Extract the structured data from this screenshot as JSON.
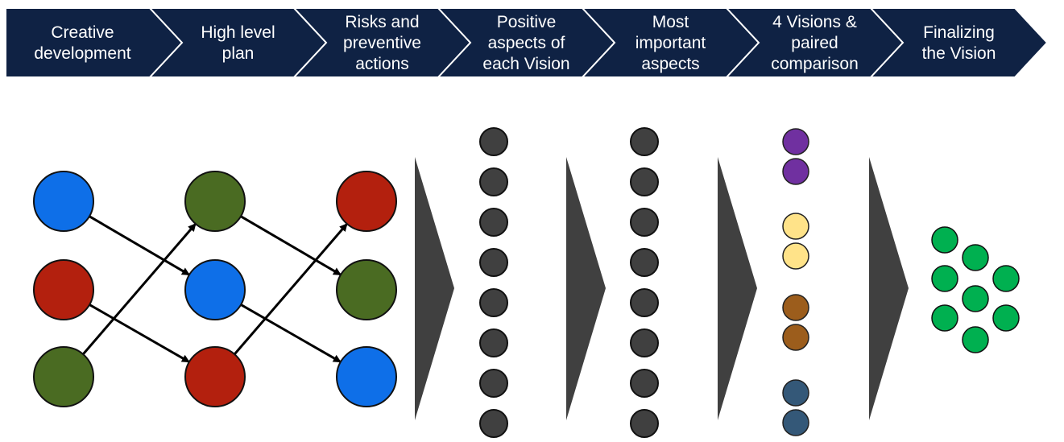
{
  "steps": [
    {
      "label": "Creative development",
      "lines": [
        "Creative",
        "development"
      ]
    },
    {
      "label": "High level plan",
      "lines": [
        "High level",
        "plan"
      ]
    },
    {
      "label": "Risks and preventive actions",
      "lines": [
        "Risks and",
        "preventive",
        "actions"
      ]
    },
    {
      "label": "Positive aspects of each Vision",
      "lines": [
        "Positive",
        "aspects of",
        "each Vision"
      ]
    },
    {
      "label": "Most important aspects",
      "lines": [
        "Most",
        "important",
        "aspects"
      ]
    },
    {
      "label": "4 Visions & paired comparison",
      "lines": [
        "4 Visions &",
        "paired",
        "comparison"
      ]
    },
    {
      "label": "Finalizing the Vision",
      "lines": [
        "Finalizing",
        "the Vision"
      ]
    }
  ],
  "colors": {
    "banner": "#0f2244",
    "banner_text": "#ffffff",
    "arrow": "#404040",
    "blue": "#0e6fe8",
    "red": "#b3200e",
    "green": "#4a6b22",
    "dark_gray": "#404040",
    "purple": "#7030a0",
    "yellow": "#ffe389",
    "brown": "#9c5d1c",
    "slate": "#345878",
    "bright_green": "#00b050"
  },
  "network": {
    "columns": [
      [
        "blue",
        "red",
        "green"
      ],
      [
        "green",
        "blue",
        "red"
      ],
      [
        "red",
        "green",
        "blue"
      ]
    ],
    "edges": [
      {
        "from": [
          0,
          0
        ],
        "to": [
          1,
          1
        ]
      },
      {
        "from": [
          0,
          1
        ],
        "to": [
          1,
          2
        ]
      },
      {
        "from": [
          0,
          2
        ],
        "to": [
          1,
          0
        ]
      },
      {
        "from": [
          1,
          0
        ],
        "to": [
          2,
          1
        ]
      },
      {
        "from": [
          1,
          1
        ],
        "to": [
          2,
          2
        ]
      },
      {
        "from": [
          1,
          2
        ],
        "to": [
          2,
          0
        ]
      }
    ]
  },
  "aspect_columns": [
    {
      "name": "positive-aspects",
      "count": 8,
      "color": "dark_gray"
    },
    {
      "name": "important-aspects",
      "count": 8,
      "color": "dark_gray"
    }
  ],
  "vision_pairs": [
    "purple",
    "yellow",
    "brown",
    "slate"
  ],
  "final_vision": {
    "count": 8,
    "color": "bright_green"
  }
}
